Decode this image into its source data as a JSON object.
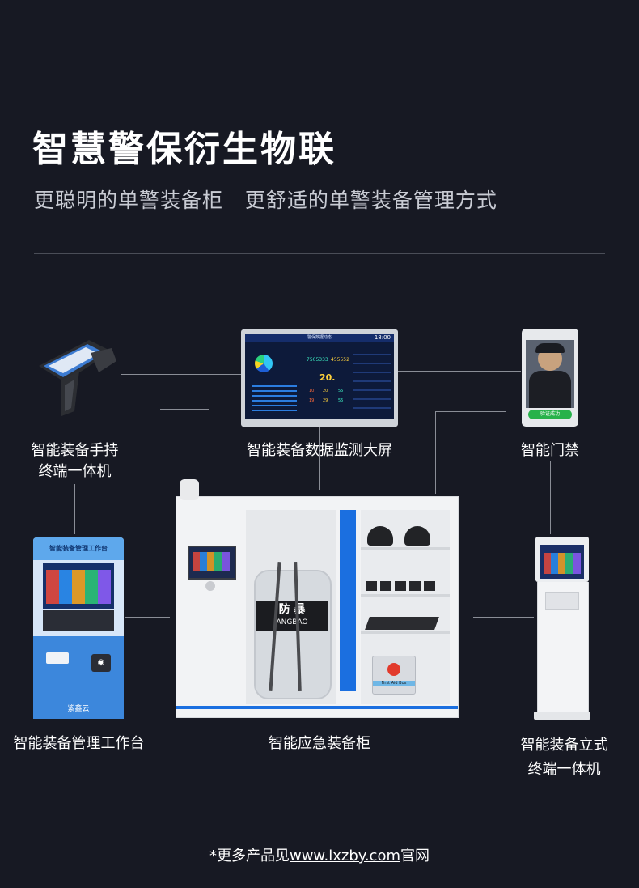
{
  "header": {
    "title": "智慧警保衍生物联",
    "subtitle": "更聪明的单警装备柜   更舒适的单警装备管理方式"
  },
  "devices": {
    "handheld": "智能装备手持\n终端一体机",
    "big_screen": "智能装备数据监测大屏",
    "access_gate": "智能门禁",
    "workstation": "智能装备管理工作台",
    "emergency_cabinet": "智能应急装备柜",
    "kiosk": "智能装备立式\n终端一体机"
  },
  "screen_text": {
    "big_screen_header": "警保数据动态",
    "big_screen_clock": "18:00",
    "big_screen_num1": "7505333",
    "big_screen_num2": "455552",
    "big_screen_num3": "20.",
    "big_screen_stats": [
      "10",
      "20",
      "55",
      "19",
      "29",
      "55"
    ],
    "workstation_header": "智能装备管理工作台",
    "workstation_brand": "紫鑫云",
    "cabinet_shield_text": "防 暴",
    "cabinet_shield_sub": "ANGBAO",
    "first_aid_label": "First Aid Box",
    "access_success": "验证成功"
  },
  "footer": {
    "prefix": "*更多产品见",
    "link": "www.lxzby.com",
    "suffix": "官网"
  }
}
